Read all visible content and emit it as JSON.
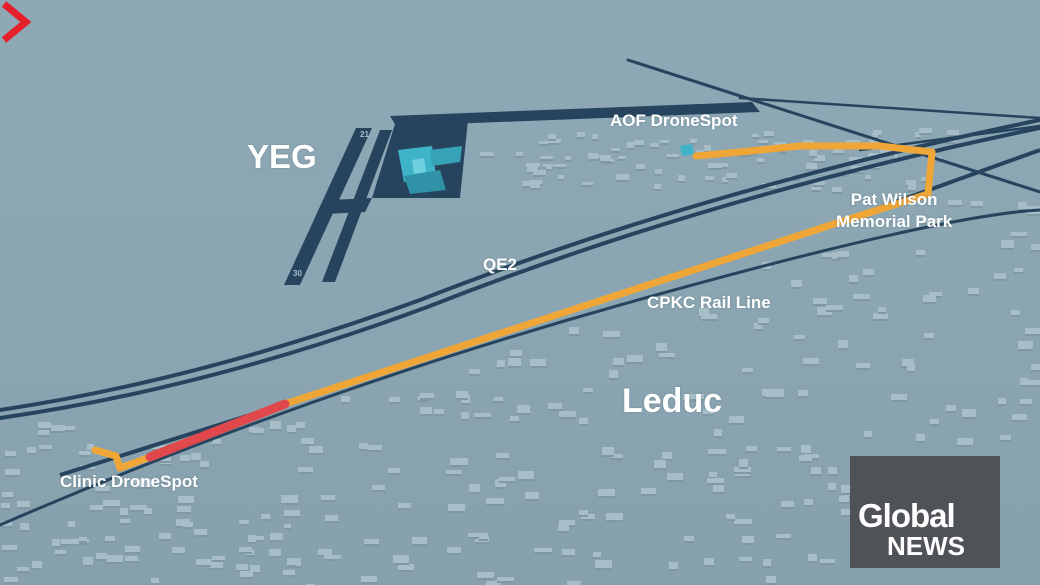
{
  "map": {
    "labels": {
      "airport": "YEG",
      "town": "Leduc",
      "aof_dronespot": "AOF DroneSpot",
      "park_line1": "Pat Wilson",
      "park_line2": "Memorial Park",
      "highway": "QE2",
      "rail": "CPKC Rail Line",
      "clinic_dronespot": "Clinic DroneSpot"
    },
    "runway_markers": [
      "21",
      "30"
    ],
    "colors": {
      "ground": "#8aa6b2",
      "roads": "#27445f",
      "route": "#f0a636",
      "route_highlight": "#e0484b",
      "airport_building": "#3fb4c8",
      "buildings": "#a7bec8"
    }
  },
  "logo": {
    "line1": "Global",
    "line2": "NEWS",
    "chevron_color": "#e5202a",
    "box_color": "#4f5358"
  }
}
